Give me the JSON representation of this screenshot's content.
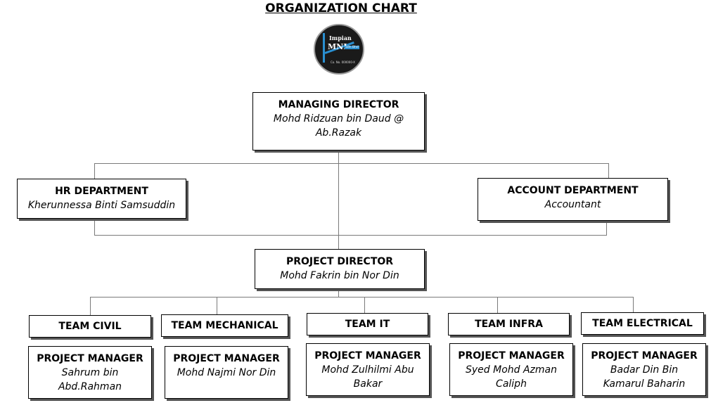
{
  "title": "ORGANIZATION CHART",
  "logo": {
    "line1": "Impian",
    "line2": "MNI",
    "line3": "Sdn Bhd",
    "line4": "Co. No. 000000-X"
  },
  "managing_director": {
    "role": "MANAGING DIRECTOR",
    "name": "Mohd Ridzuan bin Daud @ Ab.Razak"
  },
  "hr_department": {
    "role": "HR DEPARTMENT",
    "name": "Kherunnessa Binti Samsuddin"
  },
  "account_department": {
    "role": "ACCOUNT DEPARTMENT",
    "name": "Accountant"
  },
  "project_director": {
    "role": "PROJECT DIRECTOR",
    "name": "Mohd Fakrin bin Nor Din"
  },
  "teams": [
    {
      "team": "TEAM CIVIL",
      "role": "PROJECT MANAGER",
      "name": "Sahrum bin Abd.Rahman"
    },
    {
      "team": "TEAM MECHANICAL",
      "role": "PROJECT MANAGER",
      "name": "Mohd Najmi Nor Din"
    },
    {
      "team": "TEAM IT",
      "role": "PROJECT MANAGER",
      "name": "Mohd Zulhilmi Abu Bakar"
    },
    {
      "team": "TEAM INFRA",
      "role": "PROJECT MANAGER",
      "name": "Syed Mohd Azman Caliph"
    },
    {
      "team": "TEAM ELECTRICAL",
      "role": "PROJECT MANAGER",
      "name": "Badar Din Bin Kamarul Baharin"
    }
  ]
}
